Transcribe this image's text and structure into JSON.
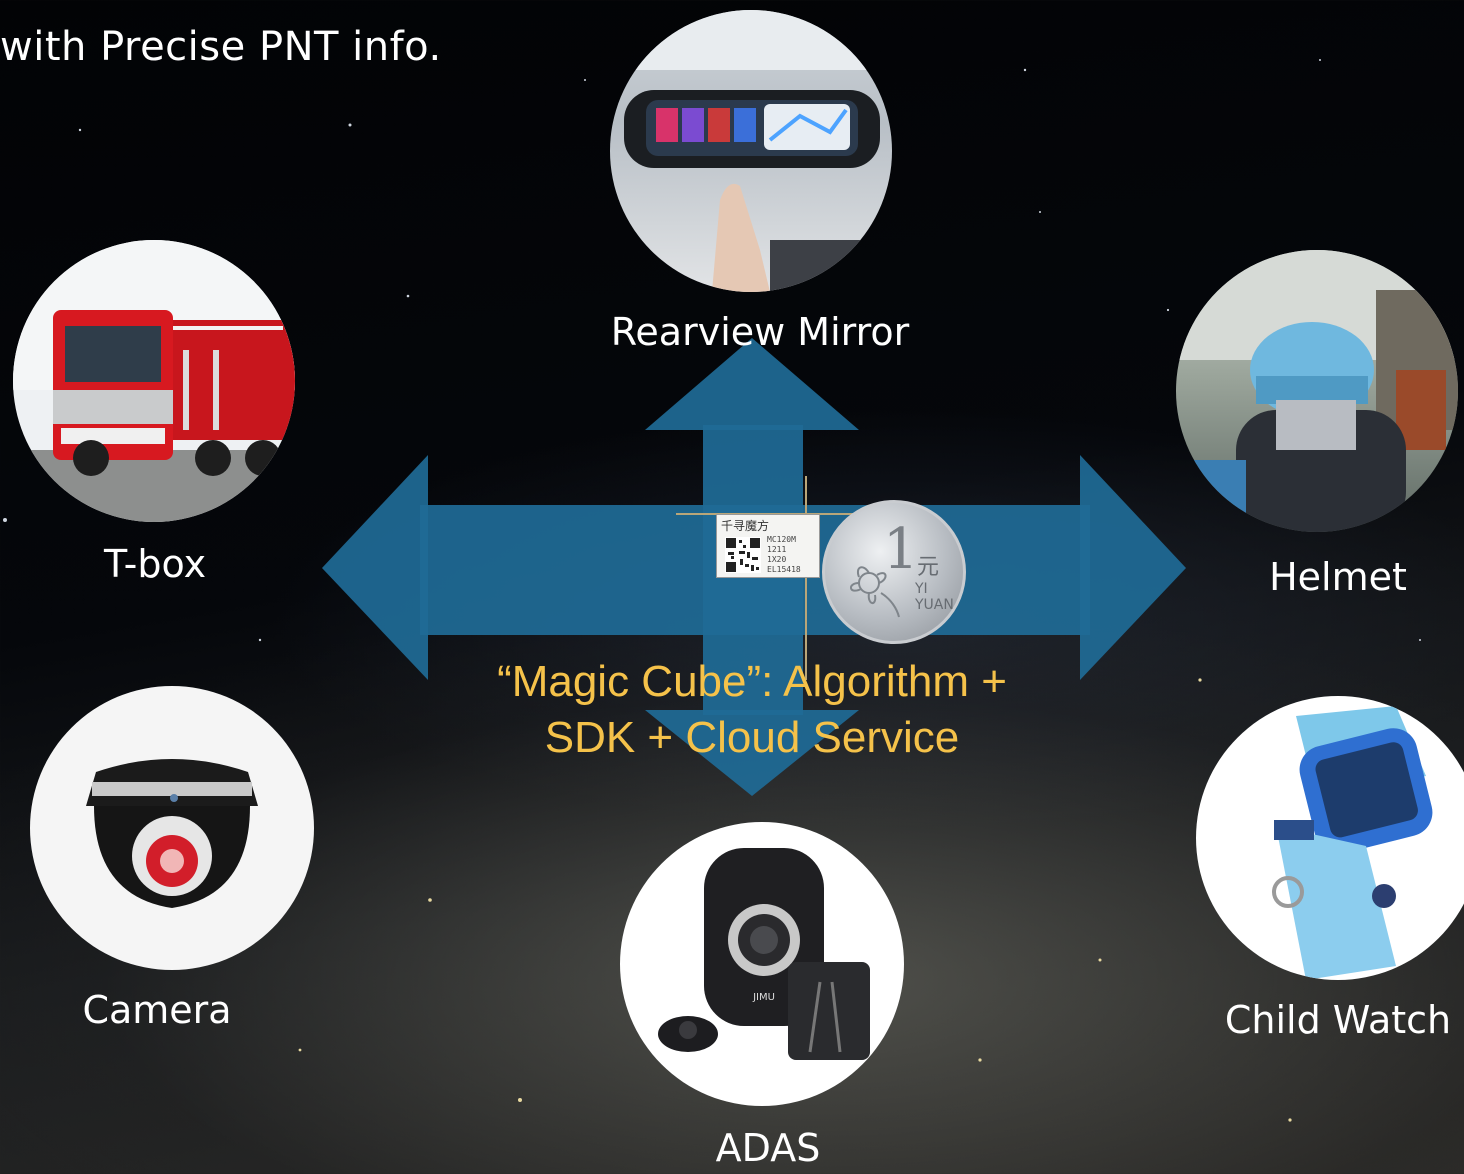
{
  "heading": "with Precise PNT info.",
  "center": {
    "caption_line1": "“Magic Cube”: Algorithm +",
    "caption_line2": "SDK + Cloud Service",
    "chip_brand": "千寻魔方",
    "chip_model": "MC120M\n1211\n1X20\nEL15418",
    "coin_value": "1",
    "coin_unit": "YI YUAN",
    "coin_char": "元"
  },
  "nodes": {
    "rearview_mirror": {
      "label": "Rearview Mirror",
      "icon": "rearview-mirror-photo"
    },
    "tbox": {
      "label": "T-box",
      "icon": "fire-truck-photo"
    },
    "helmet": {
      "label": "Helmet",
      "icon": "helmet-rider-photo"
    },
    "camera": {
      "label": "Camera",
      "icon": "dome-camera-photo"
    },
    "child_watch": {
      "label": "Child Watch",
      "icon": "kids-smartwatch-photo"
    },
    "adas": {
      "label": "ADAS",
      "icon": "adas-device-photo",
      "brand": "JIMU"
    }
  },
  "colors": {
    "arrow": "#1f6b96",
    "caption": "#f5c24a",
    "label": "#ffffff"
  }
}
